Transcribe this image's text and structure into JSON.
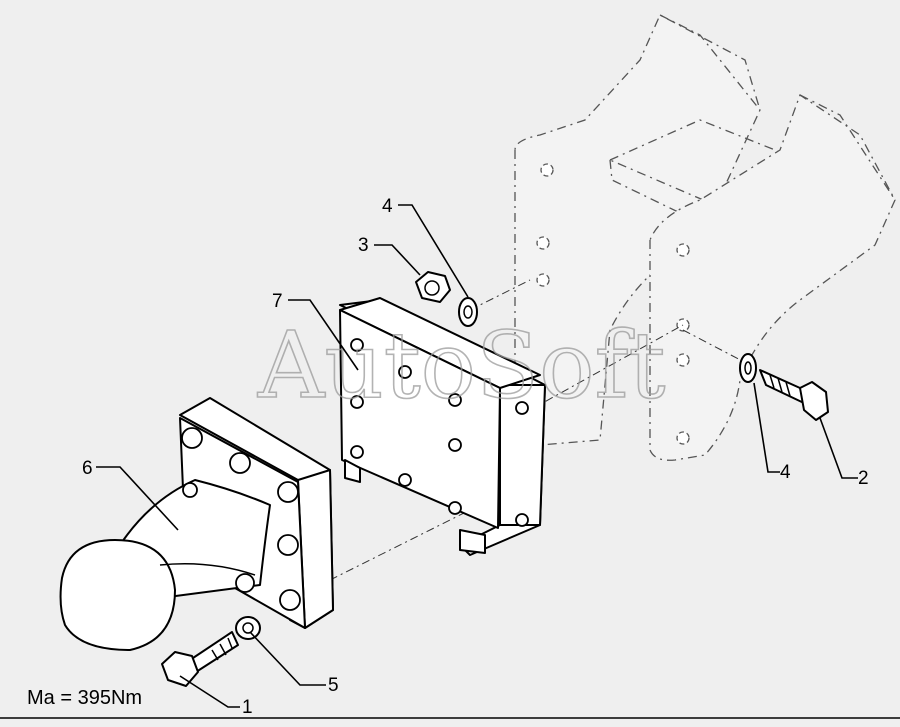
{
  "watermark": "AutoSoft",
  "torque_note": "Ma = 395Nm",
  "callouts": {
    "c1": "1",
    "c2": "2",
    "c3": "3",
    "c4_top": "4",
    "c4_right": "4",
    "c5": "5",
    "c6": "6",
    "c7": "7"
  }
}
